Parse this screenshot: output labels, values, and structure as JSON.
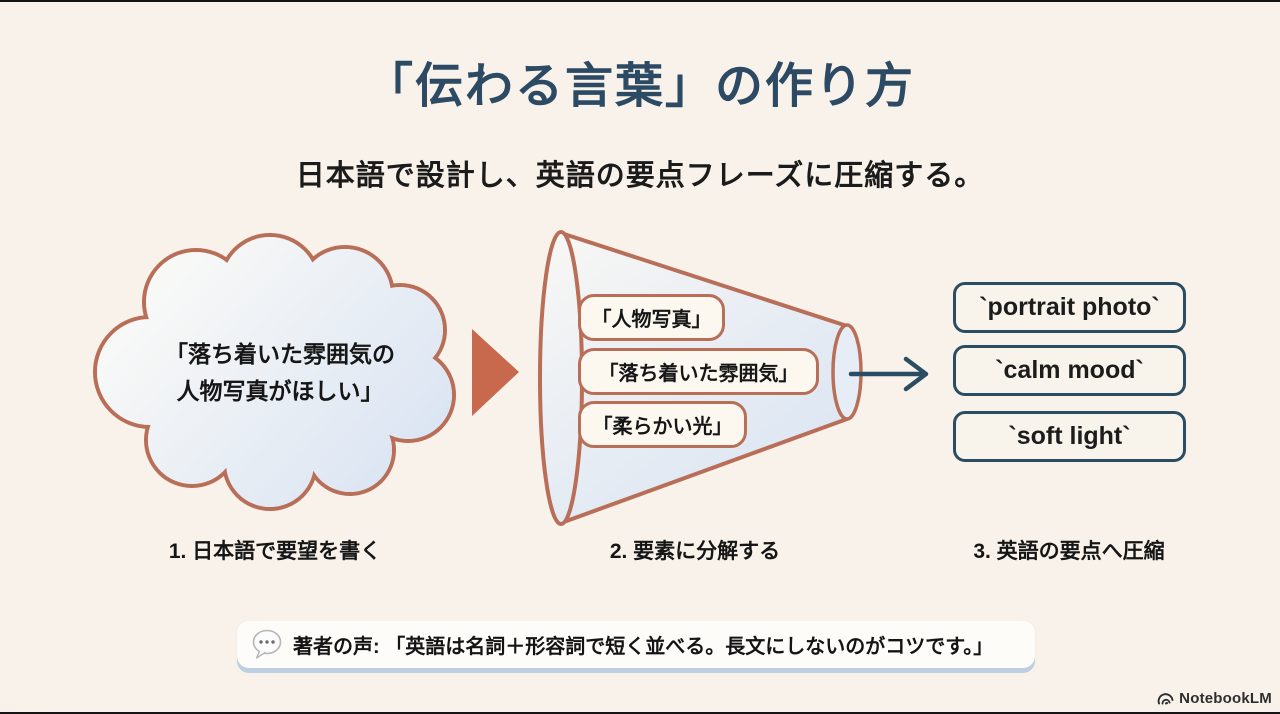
{
  "slide": {
    "title": "「伝わる言葉」の作り方",
    "subtitle": "日本語で設計し、英語の要点フレーズに圧縮する。"
  },
  "diagram": {
    "cloud": {
      "line1": "「落ち着いた雰囲気の",
      "line2": "人物写真がほしい」"
    },
    "funnel": {
      "items": [
        "「人物写真」",
        "「落ち着いた雰囲気」",
        "「柔らかい光」"
      ]
    },
    "outputs": {
      "items": [
        "`portrait photo`",
        "`calm mood`",
        "`soft light`"
      ]
    },
    "steps": [
      {
        "label": "1. 日本語で要望を書く"
      },
      {
        "label": "2. 要素に分解する"
      },
      {
        "label": "3. 英語の要点へ圧縮"
      }
    ],
    "icons": {
      "flow_arrow": "triangle-right-arrow",
      "compress_arrow": "right-arrow"
    }
  },
  "callout": {
    "icon": "speech-bubble",
    "text": "著者の声: 「英語は名詞＋形容詞で短く並べる。長文にしないのがコツです。」"
  },
  "footer": {
    "brand": "NotebookLM"
  },
  "colors": {
    "background": "#f7f1e9",
    "title_navy": "#2c4a63",
    "terracotta_stroke": "#b96e58",
    "terracotta_fill": "#c8684c",
    "navy_stroke": "#2b4d63",
    "shape_fill_light": "#ffffff",
    "shape_fill_blue": "#d7e2f2",
    "pill_background": "#fcf8f0",
    "callout_shadow": "#bccfe2",
    "text_black": "#161616"
  }
}
